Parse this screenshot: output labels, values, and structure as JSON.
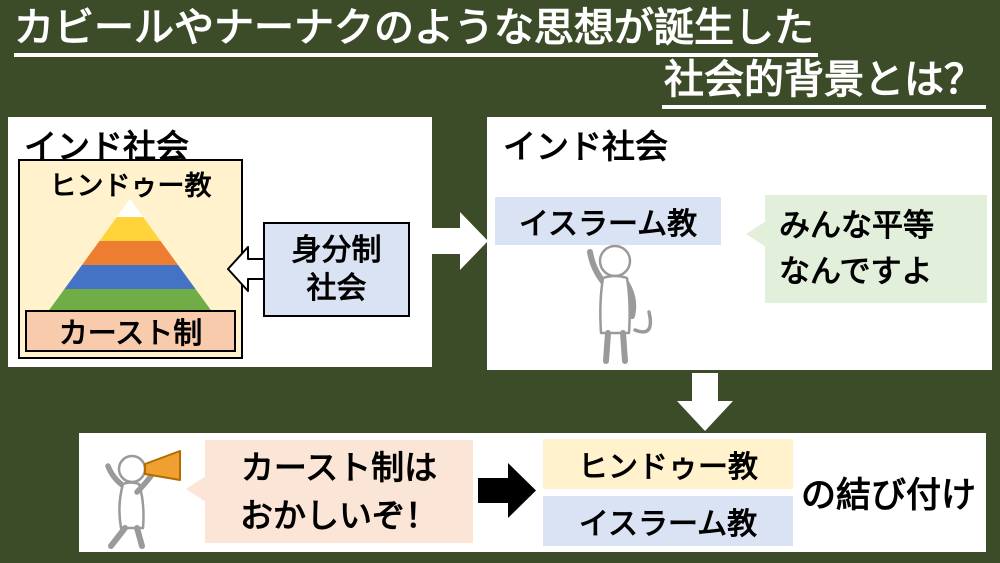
{
  "title": {
    "line1": "カビールやナーナクのような思想が誕生した",
    "line2": "社会的背景とは？"
  },
  "left_panel": {
    "heading": "インド社会",
    "hinduism_label": "ヒンドゥー教",
    "caste_label": "カースト制",
    "pyramid_colors_top_to_bottom": [
      "#ffffff",
      "#ffd43b",
      "#ed7d31",
      "#4472c4",
      "#70ad47"
    ],
    "status_box_line1": "身分制",
    "status_box_line2": "社会"
  },
  "right_panel": {
    "heading": "インド社会",
    "islam_label": "イスラーム教",
    "bubble_line1": "みんな平等",
    "bubble_line2": "なんですよ"
  },
  "bottom_panel": {
    "bubble_line1": "カースト制は",
    "bubble_line2": "おかしいぞ！",
    "hinduism_label": "ヒンドゥー教",
    "islam_label": "イスラーム教",
    "suffix_label": "の結び付け"
  },
  "icons": {
    "pyramid": "caste-pyramid-icon",
    "arrow_left": "block-arrow-left-icon",
    "arrow_right": "block-arrow-right-icon",
    "arrow_down": "block-arrow-down-icon",
    "arrow_right_black": "block-arrow-right-black-icon",
    "teacher": "person-presenting-icon",
    "protester": "person-megaphone-icon"
  },
  "colors": {
    "background": "#3c4b28",
    "panel": "#ffffff",
    "cream": "#fff2cc",
    "salmon": "#f8cbad",
    "light_salmon": "#fbe5d6",
    "light_blue": "#dae3f3",
    "light_green": "#e2efda",
    "text": "#000000",
    "title_text": "#ffffff"
  }
}
